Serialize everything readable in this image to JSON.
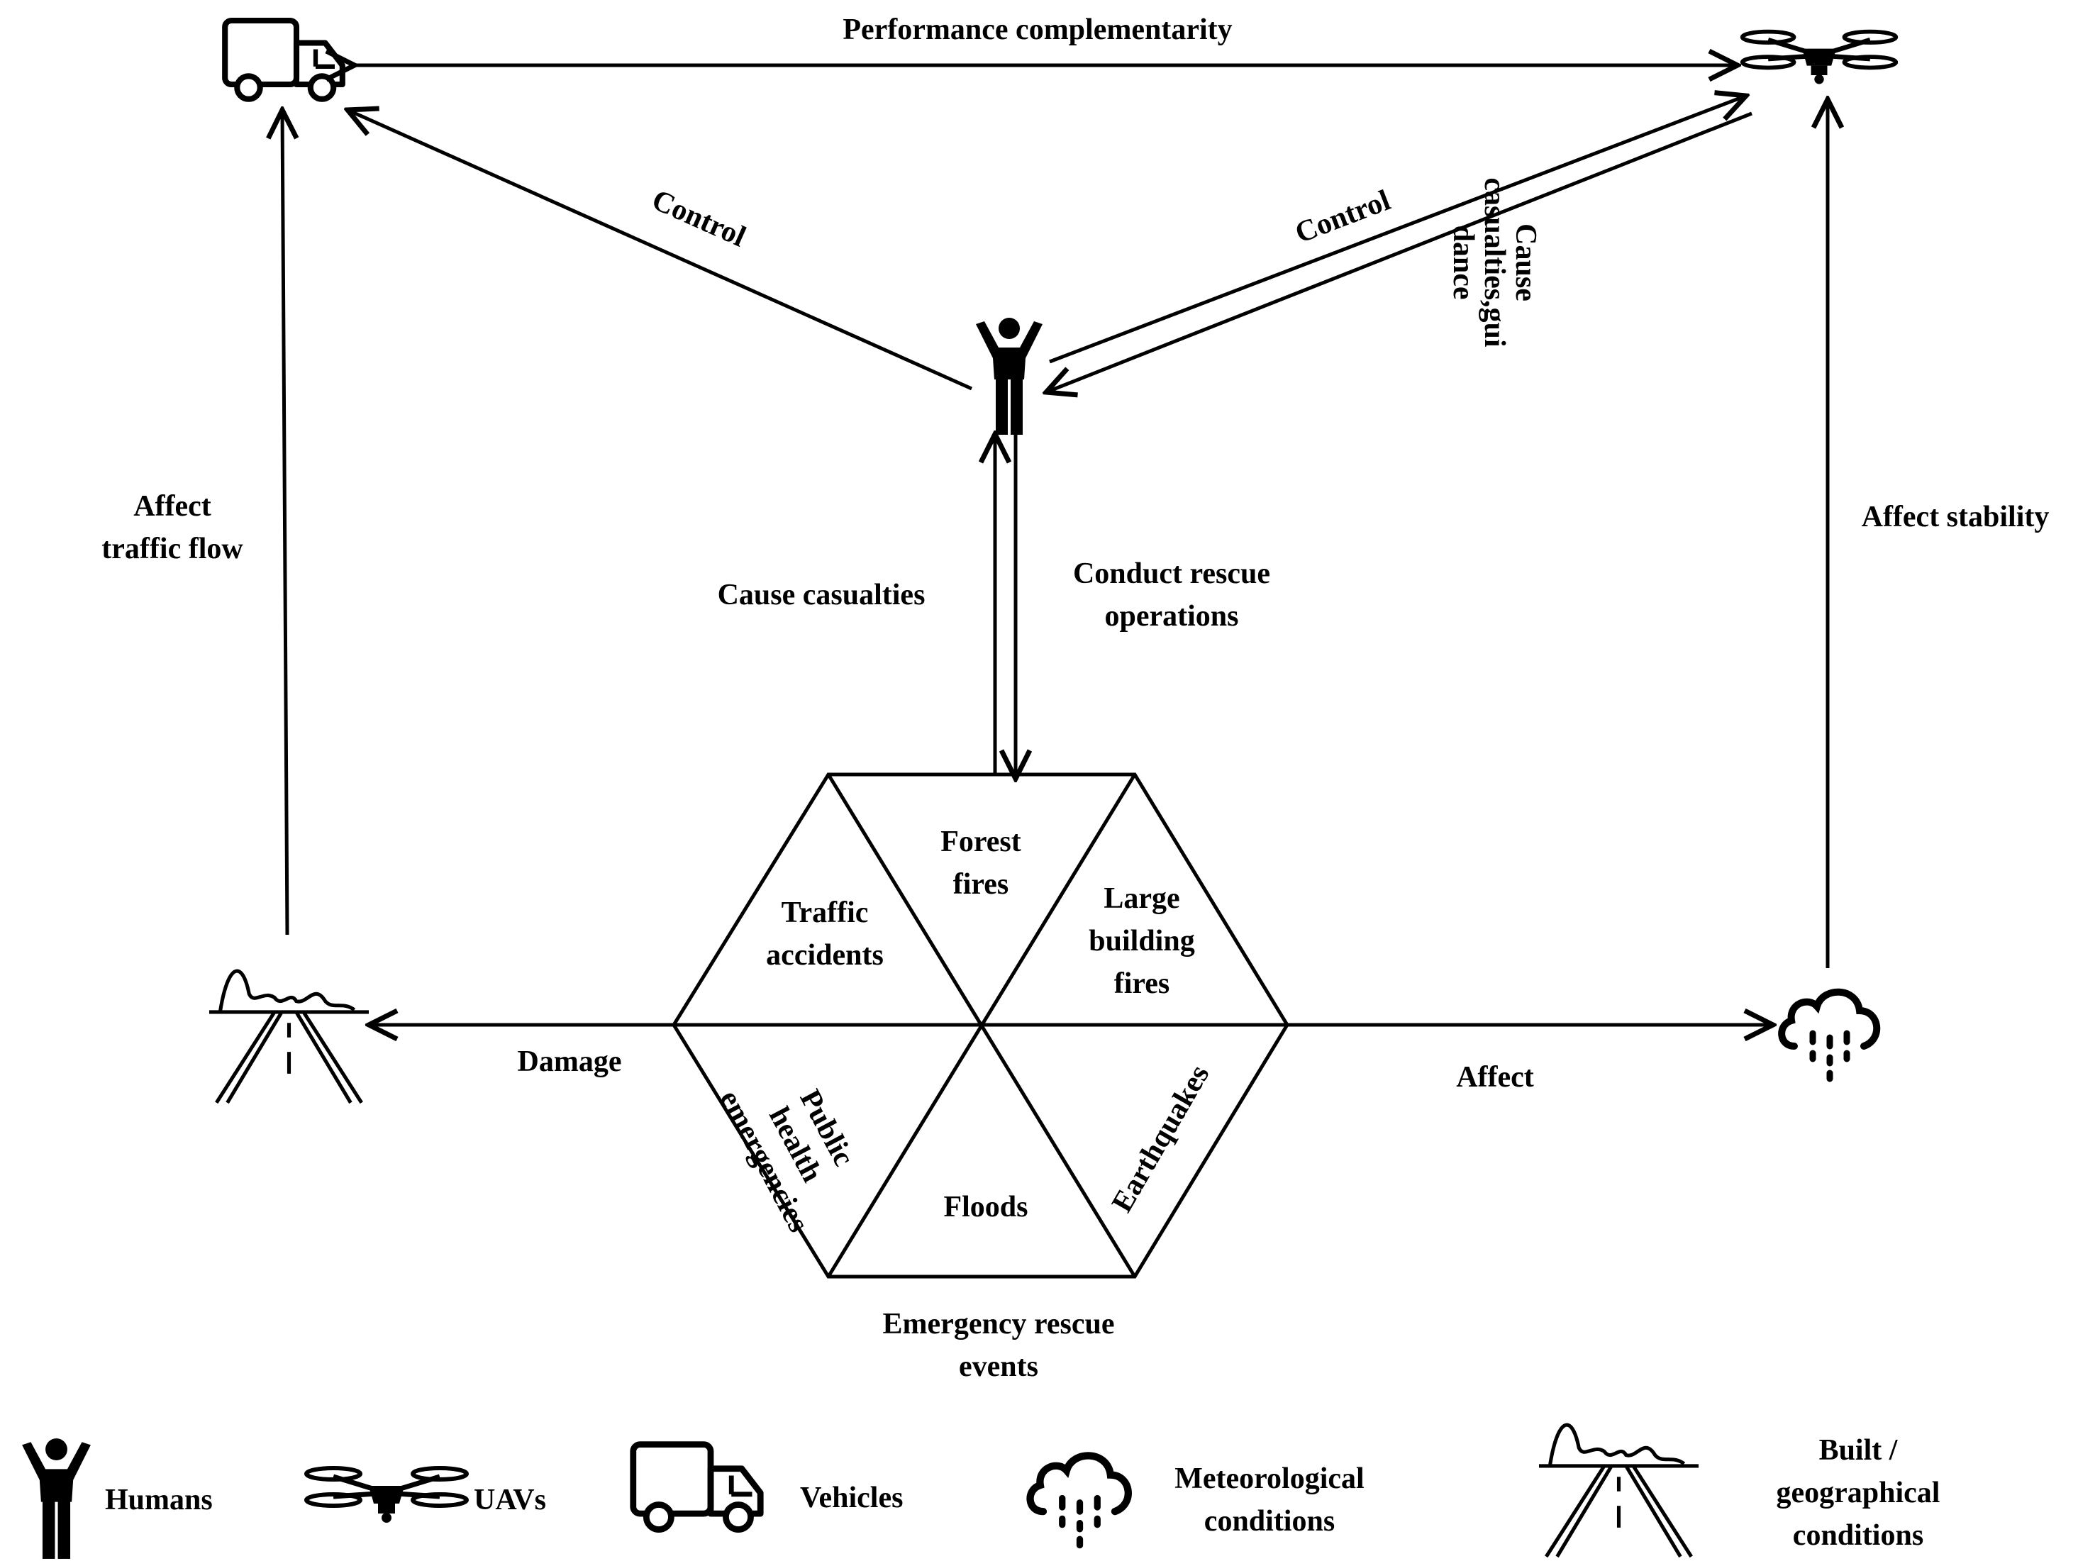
{
  "edges": {
    "performance": "Performance complementarity",
    "control_left": "Control",
    "control_right": "Control",
    "cause_guidance": [
      "Cause",
      "casualties,gui",
      "dance"
    ],
    "affect_traffic": [
      "Affect",
      "traffic flow"
    ],
    "affect_stability": "Affect stability",
    "cause_casualties": "Cause casualties",
    "conduct_rescue": [
      "Conduct rescue",
      "operations"
    ],
    "damage": "Damage",
    "affect": "Affect"
  },
  "hexagon": {
    "forest_fires": [
      "Forest",
      "fires"
    ],
    "traffic_accidents": [
      "Traffic",
      "accidents"
    ],
    "large_building_fires": [
      "Large",
      "building",
      "fires"
    ],
    "public_health": [
      "Public",
      "health",
      "emergencies"
    ],
    "floods": "Floods",
    "earthquakes": "Earthquakes",
    "caption": [
      "Emergency rescue",
      "events"
    ]
  },
  "legend": {
    "humans": "Humans",
    "uavs": "UAVs",
    "vehicles": "Vehicles",
    "meteorological": [
      "Meteorological",
      "conditions"
    ],
    "built": [
      "Built /",
      "geographical",
      "conditions"
    ]
  },
  "icons": {
    "human": "human-icon",
    "uav": "uav-icon",
    "vehicle": "truck-icon",
    "weather": "rain-cloud-icon",
    "terrain": "road-mountain-icon"
  }
}
